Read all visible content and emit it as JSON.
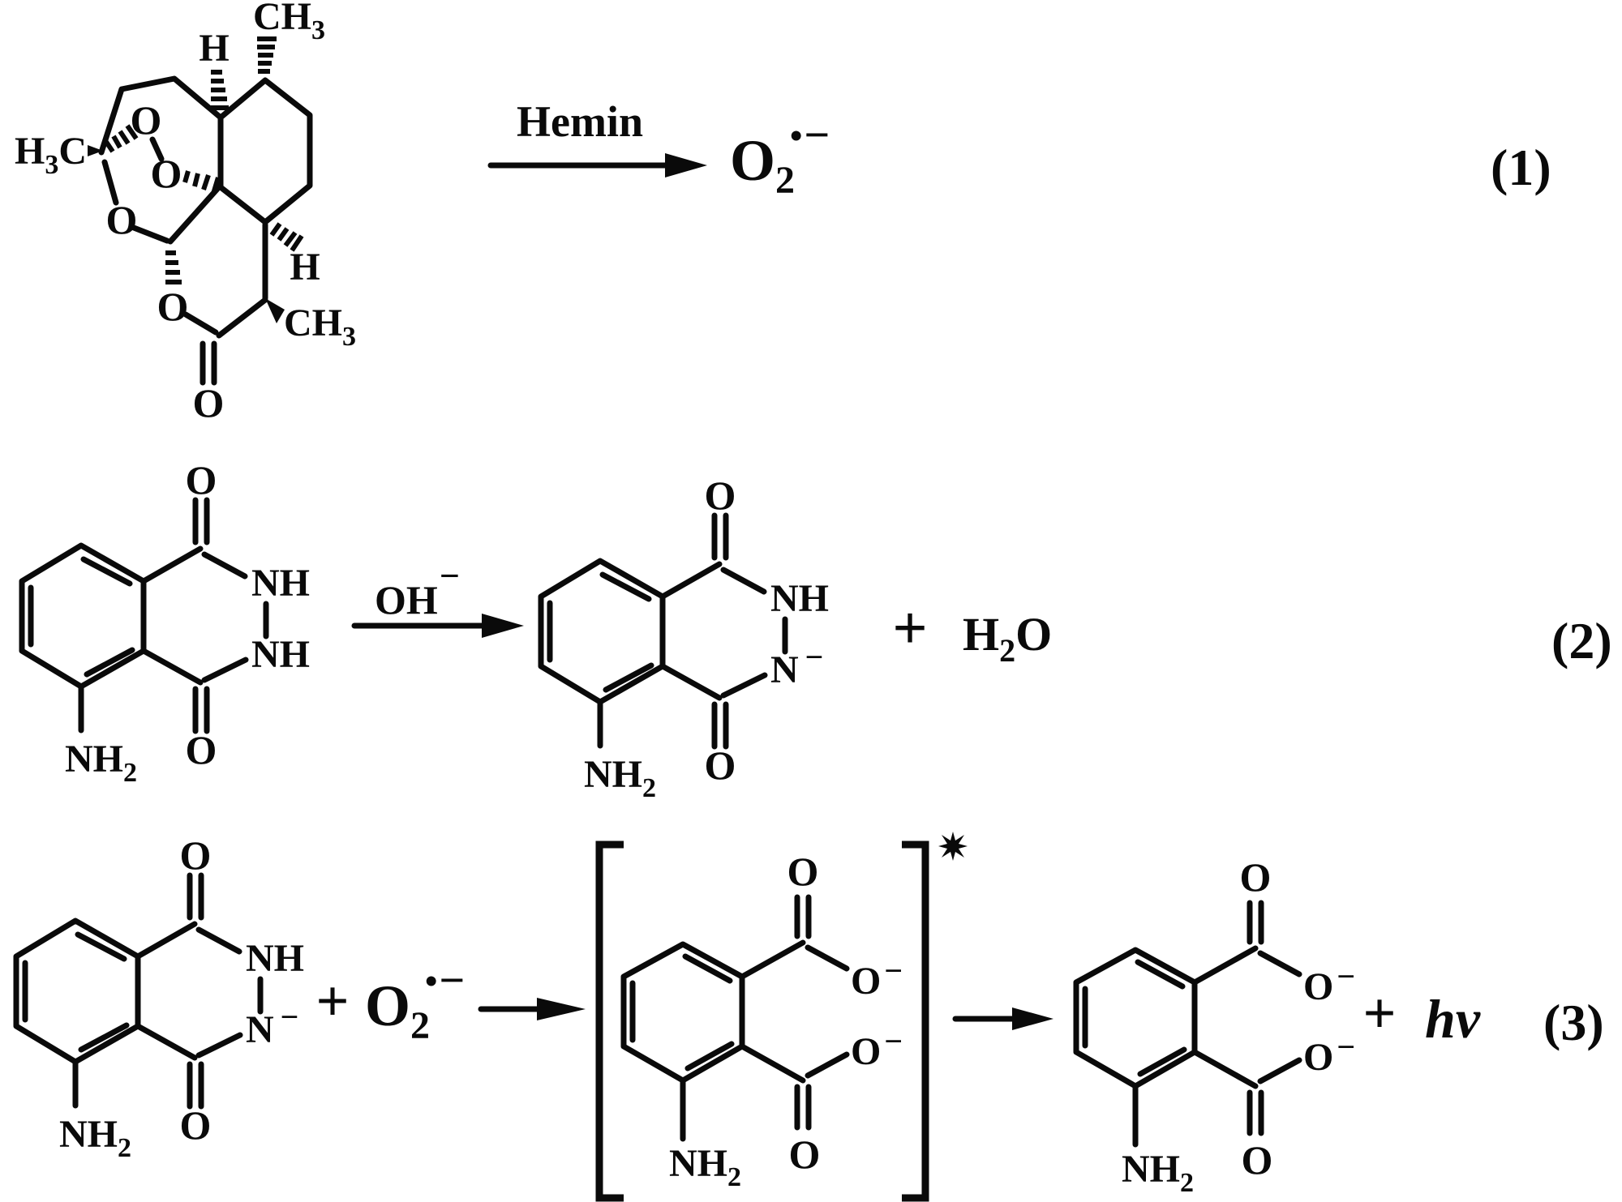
{
  "colors": {
    "ink": "#0a0a0a",
    "paper": "#ffffff"
  },
  "glyphs": {
    "O": "O",
    "N": "N",
    "NH": "NH",
    "H": "H",
    "C": "C",
    "CH": "CH",
    "OH": "OH",
    "sub2": "2",
    "sub3": "3",
    "plus": "+",
    "minus": "−",
    "radical_dot": "•"
  },
  "reaction1": {
    "catalyst": "Hemin",
    "number": "(1)"
  },
  "reaction2": {
    "number": "(2)"
  },
  "reaction3": {
    "photon": "hv",
    "number": "(3)"
  }
}
